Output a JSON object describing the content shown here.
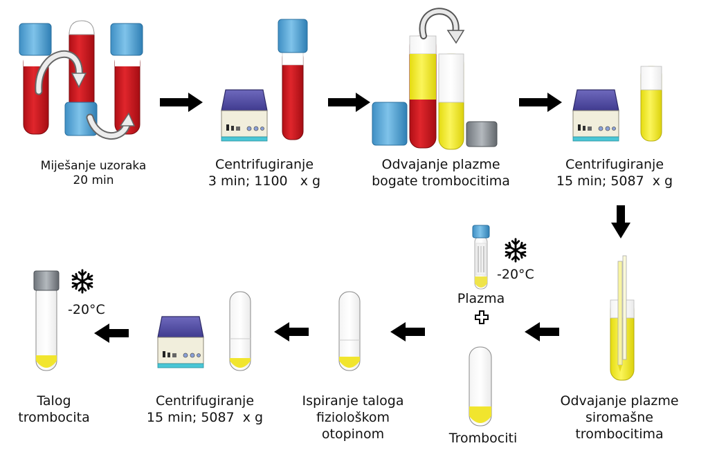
{
  "steps": [
    {
      "id": "mixing",
      "lines": [
        "Miješanje uzoraka",
        "20 min"
      ]
    },
    {
      "id": "centrifuge-1",
      "lines": [
        "Centrifugiranje",
        "3 min; 1100   x g"
      ]
    },
    {
      "id": "separate-prp",
      "lines": [
        "Odvajanje plazme",
        "bogate trombocitima"
      ]
    },
    {
      "id": "centrifuge-2",
      "lines": [
        "Centrifugiranje",
        "15 min; 5087  x g"
      ]
    },
    {
      "id": "separate-ppp",
      "lines": [
        "Odvajanje plazme",
        "siromašne",
        "trombocitima"
      ]
    },
    {
      "id": "plasma",
      "lines": [
        "Plazma"
      ]
    },
    {
      "id": "platelets",
      "lines": [
        "Trombociti"
      ]
    },
    {
      "id": "washing",
      "lines": [
        "Ispiranje taloga",
        "fiziološkom",
        "otopinom"
      ]
    },
    {
      "id": "centrifuge-3",
      "lines": [
        "Centrifugiranje",
        "15 min; 5087  x g"
      ]
    },
    {
      "id": "pellet",
      "lines": [
        "Talog",
        "trombocita"
      ]
    }
  ],
  "storage": [
    {
      "id": "plasma-freeze",
      "temperature": "-20°C",
      "icon": "snowflake-icon"
    },
    {
      "id": "pellet-freeze",
      "temperature": "-20°C",
      "icon": "snowflake-icon"
    }
  ],
  "colors": {
    "blood": "#d0141c",
    "plasma": "#f3ec2e",
    "cap_blue": "#4aa3d6",
    "cap_gray": "#8c9298",
    "centrifuge_lid": "#5a55a8",
    "centrifuge_body": "#f1eedc",
    "arrow": "#000000",
    "curved_arrow": "#e6e6e6"
  }
}
